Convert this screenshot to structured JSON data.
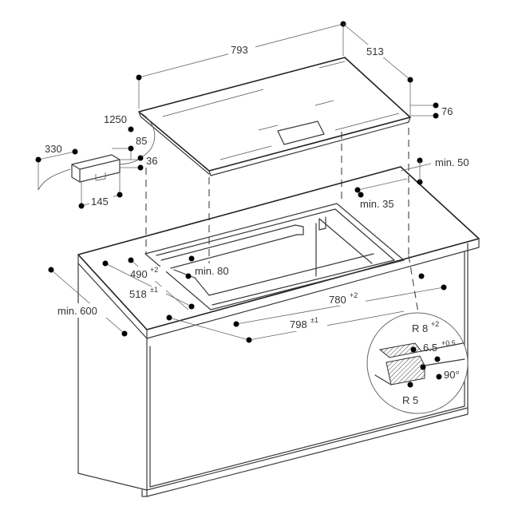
{
  "dimensions": {
    "hob_width": "793",
    "hob_depth": "513",
    "hob_height": "76",
    "cable_length": "1250",
    "box_length": "330",
    "box_height": "85",
    "box_depth": "36",
    "box_width": "145",
    "rear_clearance": "min. 50",
    "rear_min": "min. 35",
    "cutout_depth_nominal": "490",
    "cutout_depth_nominal_tol": "+2",
    "cutout_depth_outer": "518",
    "cutout_depth_outer_tol": "±1",
    "front_min": "min. 80",
    "cutout_width_nominal": "780",
    "cutout_width_nominal_tol": "+2",
    "cutout_width_outer": "798",
    "cutout_width_outer_tol": "±1",
    "worktop_depth": "min. 600"
  },
  "detail": {
    "radius_top": "R 8",
    "radius_top_tol": "+2",
    "rebate_depth": "6.5",
    "rebate_depth_tol": "+0.5",
    "angle": "90°",
    "radius_bottom": "R 5"
  }
}
